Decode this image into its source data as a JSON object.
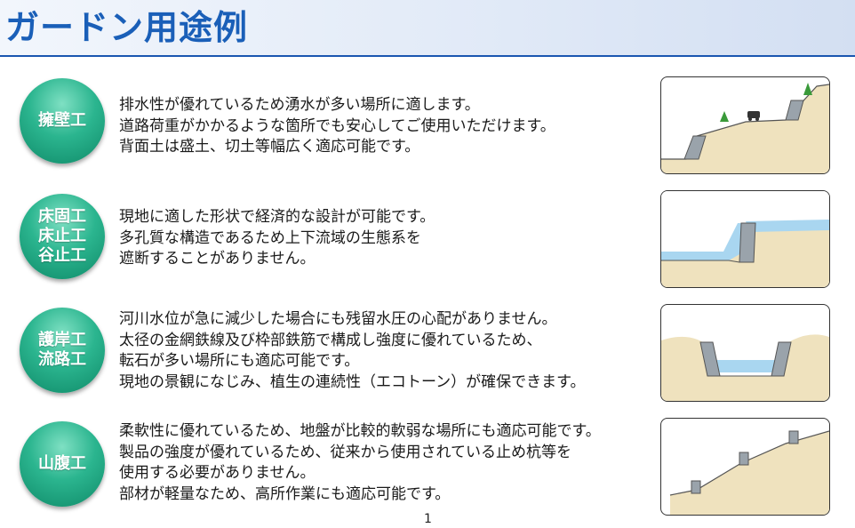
{
  "header": {
    "title": "ガードン用途例"
  },
  "uses": [
    {
      "label": "擁壁工",
      "lines": [
        "排水性が優れているため湧水が多い場所に適します。",
        "道路荷重がかかるような箇所でも安心してご使用いただけます。",
        "背面土は盛土、切土等幅広く適応可能です。"
      ]
    },
    {
      "label": "床固工\n床止工\n谷止工",
      "lines": [
        "現地に適した形状で経済的な設計が可能です。",
        "多孔質な構造であるため上下流域の生態系を",
        "遮断することがありません。"
      ]
    },
    {
      "label": "護岸工\n流路工",
      "lines": [
        "河川水位が急に減少した場合にも残留水圧の心配がありません。",
        "太径の金網鉄線及び枠部鉄筋で構成し強度に優れているため、",
        "転石が多い場所にも適応可能です。",
        "現地の景観になじみ、植生の連続性（エコトーン）が確保できます。"
      ]
    },
    {
      "label": "山腹工",
      "lines": [
        "柔軟性に優れているため、地盤が比較的軟弱な場所にも適応可能です。",
        "製品の強度が優れているため、従来から使用されている止め杭等を",
        "使用する必要がありません。",
        "部材が軽量なため、高所作業にも適応可能です。"
      ]
    }
  ],
  "page_number": "1",
  "colors": {
    "title": "#1a5fb8",
    "circle": "#2bb58f",
    "soil": "#efe2be",
    "water": "#a9d6f0",
    "wall": "#9aa3ab"
  }
}
